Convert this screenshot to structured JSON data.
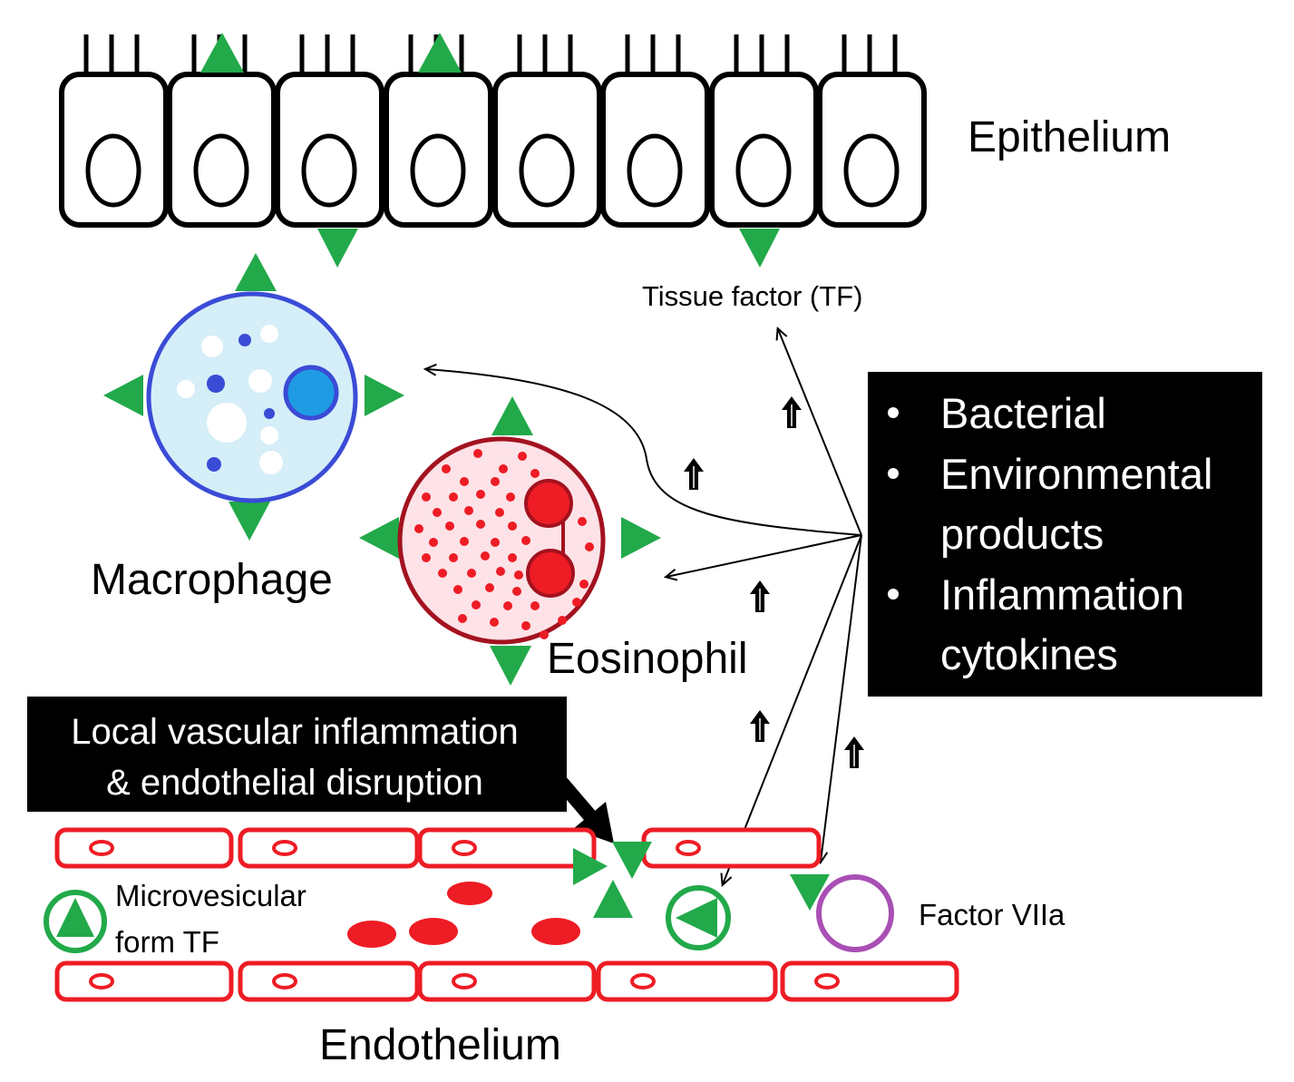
{
  "diagram": {
    "epithelium_label": "Epithelium",
    "tissue_factor_label": "Tissue factor (TF)",
    "macrophage_label": "Macrophage",
    "eosinophil_label": "Eosinophil",
    "endothelium_label": "Endothelium",
    "factor_viia_label": "Factor VIIa",
    "legend": {
      "microvesicular_tf": [
        "Microvesicular",
        "form TF"
      ]
    }
  },
  "stimuli_box": {
    "bullets": [
      [
        "Bacterial"
      ],
      [
        "Environmental",
        "products"
      ],
      [
        "Inflammation",
        "cytokines"
      ]
    ]
  },
  "callout": {
    "lines": [
      "Local vascular inflammation",
      "& endothelial disruption"
    ]
  },
  "colors": {
    "tissue_factor": "#22a94a",
    "macrophage_membrane": "#3a4bd6",
    "macrophage_cytoplasm": "#d5eef8",
    "macrophage_nucleus": "#1e9be3",
    "eosinophil_membrane": "#a3121f",
    "eosinophil_cytoplasm": "#fde2e7",
    "eosinophil_granule": "#ee1c24",
    "endothelium": "#ee1c24",
    "factor_viia": "#a94fb5"
  }
}
